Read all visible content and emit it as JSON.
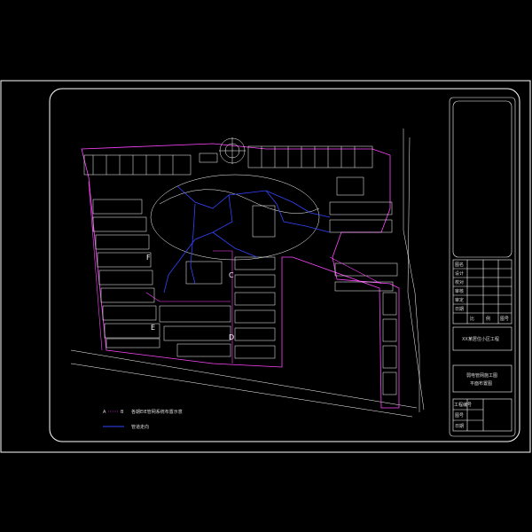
{
  "drawing": {
    "background": "#000000",
    "line_color": "#ffffff",
    "road_color": "#ff44ff",
    "pipe_color": "#3344ff",
    "zone_letters": [
      "E",
      "F",
      "C",
      "D"
    ],
    "legend": [
      {
        "marker_a": "A",
        "marker_b": "B",
        "text": "各期EIE管网系统布置示意"
      },
      {
        "text": "管道走向"
      }
    ],
    "title_block": {
      "rows": [
        "图名",
        "设计",
        "校对",
        "审核",
        "审定",
        "日期"
      ],
      "bottom_row": [
        "比",
        "例",
        "图号"
      ],
      "project_name": "XX某居住小区工程",
      "drawing_name": [
        "弱电管网施工图",
        "平面布置图"
      ],
      "footer_rows": [
        "工程编号",
        "图号",
        "日期"
      ]
    }
  }
}
